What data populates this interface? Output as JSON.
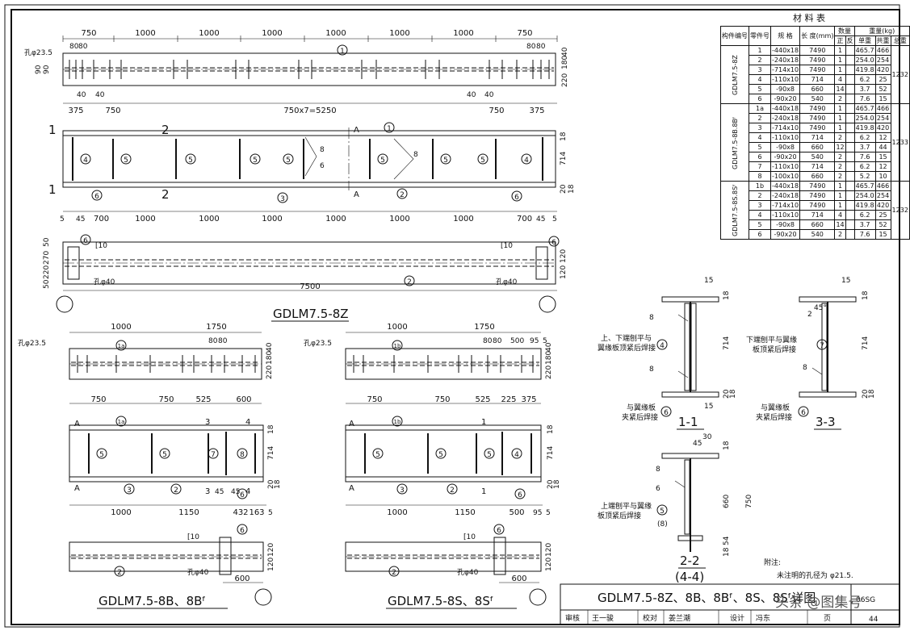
{
  "main": {
    "title": "GDLM7.5-8Z",
    "top_dims": [
      "750",
      "1000",
      "1000",
      "1000",
      "1000",
      "1000",
      "1000",
      "750"
    ],
    "bolt_dims": [
      "80",
      "80",
      "80",
      "80"
    ],
    "left_dims_v": [
      "90",
      "90"
    ],
    "right_dims_v": [
      "220",
      "180",
      "40"
    ],
    "hole_label": "孔φ23.5",
    "below_dims": [
      "40",
      "40",
      "40",
      "40"
    ],
    "row_dims": [
      "375",
      "750",
      "750x7=5250",
      "750",
      "375"
    ],
    "bottom_dims": [
      "5",
      "45",
      "700",
      "1000",
      "1000",
      "1000",
      "1000",
      "1000",
      "1000",
      "700",
      "45",
      "5"
    ],
    "web_v": [
      "18",
      "714",
      "20",
      "18"
    ],
    "plan_v": [
      "50",
      "270",
      "220",
      "50"
    ],
    "plan_right_v": [
      "120",
      "120"
    ],
    "length": "7500",
    "plan_hole": "孔φ40",
    "channel": "[10",
    "sections": [
      "1",
      "1",
      "2",
      "2",
      "A",
      "A"
    ],
    "weld": [
      "8",
      "6",
      "8"
    ]
  },
  "b": {
    "title": "GDLM7.5-8B、8Bᶠ",
    "hole_label": "孔φ23.5",
    "top_dims": [
      "1000",
      "1750"
    ],
    "bolt_dims": [
      "80",
      "80"
    ],
    "row_dims": [
      "750",
      "750",
      "525",
      "600"
    ],
    "bottom_dims": [
      "1000",
      "1150",
      "432",
      "163",
      "5"
    ],
    "sec_dims": [
      "45",
      "45"
    ],
    "right_v": [
      "220",
      "180",
      "40"
    ],
    "web_v": [
      "18",
      "714",
      "20",
      "18"
    ],
    "plan_v": [
      "120",
      "120"
    ],
    "plan_hole": "孔φ40",
    "channel": "[10",
    "plan_dim": "600",
    "sections": [
      "A",
      "A",
      "3",
      "3",
      "4",
      "4"
    ]
  },
  "s": {
    "title": "GDLM7.5-8S、8Sᶠ",
    "hole_label": "孔φ23.5",
    "top_dims": [
      "1000",
      "1750"
    ],
    "bolt_dims": [
      "80",
      "80",
      "500",
      "95",
      "5"
    ],
    "row_dims": [
      "750",
      "750",
      "525",
      "225",
      "375"
    ],
    "bottom_dims": [
      "1000",
      "1150",
      "500",
      "95",
      "5"
    ],
    "right_v": [
      "220",
      "180",
      "40"
    ],
    "web_v": [
      "18",
      "714",
      "20",
      "18"
    ],
    "plan_v": [
      "120",
      "120"
    ],
    "plan_hole": "孔φ40",
    "channel": "[10",
    "plan_dim": "600",
    "sections": [
      "A",
      "A",
      "1",
      "1"
    ]
  },
  "details": {
    "s11": {
      "label": "1-1",
      "note_top": "上、下端刨平与",
      "note_top2": "翼缘板顶紧后焊接",
      "note_bot": "与翼缘板",
      "note_bot2": "夹紧后焊接",
      "dims": [
        "714",
        "18",
        "20",
        "18"
      ],
      "weld": [
        "15",
        "8",
        "8",
        "15"
      ],
      "parts": [
        "4",
        "6"
      ]
    },
    "s33": {
      "label": "3-3",
      "note_top": "下端刨平与翼缘",
      "note_top2": "板顶紧后焊接",
      "note_bot": "与翼缘板",
      "note_bot2": "夹紧后焊接",
      "dims": [
        "714",
        "18",
        "20",
        "18"
      ],
      "weld": [
        "15",
        "2",
        "45°",
        "8"
      ],
      "parts": [
        "7",
        "6"
      ]
    },
    "s22": {
      "label": "2-2",
      "label2": "(4-4)",
      "note_top": "上端刨平与翼缘",
      "note_top2": "板顶紧后焊接",
      "dims": [
        "660",
        "750",
        "54",
        "18",
        "18"
      ],
      "weld": [
        "45",
        "30",
        "6",
        "8"
      ],
      "parts": [
        "5",
        "(8)"
      ]
    },
    "note_title": "附注:",
    "note_text": "未注明的孔径为 φ21.5."
  },
  "table": {
    "title": "材 料 表",
    "headers": [
      "构件编号",
      "零件号",
      "规 格",
      "长 度(mm)",
      "数量",
      "重量(kg)"
    ],
    "sub_headers": [
      "正",
      "反",
      "单重",
      "共重",
      "总重"
    ],
    "groups": [
      {
        "name": "GDLM7.5-8Z",
        "total": "1232",
        "rows": [
          [
            "1",
            "-440x18",
            "7490",
            "1",
            "",
            "465.7",
            "466"
          ],
          [
            "2",
            "-240x18",
            "7490",
            "1",
            "",
            "254.0",
            "254"
          ],
          [
            "3",
            "-714x10",
            "7490",
            "1",
            "",
            "419.8",
            "420"
          ],
          [
            "4",
            "-110x10",
            "714",
            "4",
            "",
            "6.2",
            "25"
          ],
          [
            "5",
            "-90x8",
            "660",
            "14",
            "",
            "3.7",
            "52"
          ],
          [
            "6",
            "-90x20",
            "540",
            "2",
            "",
            "7.6",
            "15"
          ]
        ]
      },
      {
        "name": "GDLM7.5-8B.8Bᶠ",
        "total": "1233",
        "rows": [
          [
            "1a",
            "-440x18",
            "7490",
            "1",
            "",
            "465.7",
            "466"
          ],
          [
            "2",
            "-240x18",
            "7490",
            "1",
            "",
            "254.0",
            "254"
          ],
          [
            "3",
            "-714x10",
            "7490",
            "1",
            "",
            "419.8",
            "420"
          ],
          [
            "4",
            "-110x10",
            "714",
            "2",
            "",
            "6.2",
            "12"
          ],
          [
            "5",
            "-90x8",
            "660",
            "12",
            "",
            "3.7",
            "44"
          ],
          [
            "6",
            "-90x20",
            "540",
            "2",
            "",
            "7.6",
            "15"
          ],
          [
            "7",
            "-110x10",
            "714",
            "2",
            "",
            "6.2",
            "12"
          ],
          [
            "8",
            "-100x10",
            "660",
            "2",
            "",
            "5.2",
            "10"
          ]
        ]
      },
      {
        "name": "GDLM7.5-8S.8Sᶠ",
        "total": "1232",
        "rows": [
          [
            "1b",
            "-440x18",
            "7490",
            "1",
            "",
            "465.7",
            "466"
          ],
          [
            "2",
            "-240x18",
            "7490",
            "1",
            "",
            "254.0",
            "254"
          ],
          [
            "3",
            "-714x10",
            "7490",
            "1",
            "",
            "419.8",
            "420"
          ],
          [
            "4",
            "-110x10",
            "714",
            "4",
            "",
            "6.2",
            "25"
          ],
          [
            "5",
            "-90x8",
            "660",
            "14",
            "",
            "3.7",
            "52"
          ],
          [
            "6",
            "-90x20",
            "540",
            "2",
            "",
            "7.6",
            "15"
          ]
        ]
      }
    ]
  },
  "titleblock": {
    "drawing_title": "GDLM7.5-8Z、8B、8Bᶠ、8S、8Sᶠ详图",
    "atlas_no": "06SG",
    "labels": [
      "审核",
      "王一骏",
      "校对",
      "姜兰潮",
      "设计",
      "冯东",
      "页"
    ],
    "page": "44",
    "watermark": "头条 @图集号"
  }
}
